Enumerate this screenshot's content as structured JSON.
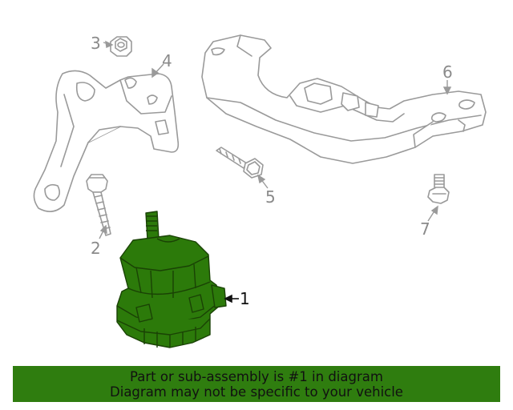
{
  "diagram": {
    "callouts": [
      {
        "id": "1",
        "label": "1",
        "highlighted": true
      },
      {
        "id": "2",
        "label": "2",
        "highlighted": false
      },
      {
        "id": "3",
        "label": "3",
        "highlighted": false
      },
      {
        "id": "4",
        "label": "4",
        "highlighted": false
      },
      {
        "id": "5",
        "label": "5",
        "highlighted": false
      },
      {
        "id": "6",
        "label": "6",
        "highlighted": false
      },
      {
        "id": "7",
        "label": "7",
        "highlighted": false
      }
    ],
    "parts": [
      {
        "callout": "1",
        "icon": "engine-mount-highlighted"
      },
      {
        "callout": "2",
        "icon": "bolt"
      },
      {
        "callout": "3",
        "icon": "nut"
      },
      {
        "callout": "4",
        "icon": "engine-bracket"
      },
      {
        "callout": "5",
        "icon": "bolt"
      },
      {
        "callout": "6",
        "icon": "crossmember"
      },
      {
        "callout": "7",
        "icon": "bolt"
      }
    ]
  },
  "banner": {
    "line1": "Part or sub-assembly is #1 in diagram",
    "line2": "Diagram may not be specific to your vehicle"
  },
  "colors": {
    "highlight_part": "#2c7a0a",
    "banner_background": "#2f7d0f",
    "line_art": "#9a9a9a",
    "callout_text": "#8a8a8a",
    "active_callout_text": "#111111"
  }
}
